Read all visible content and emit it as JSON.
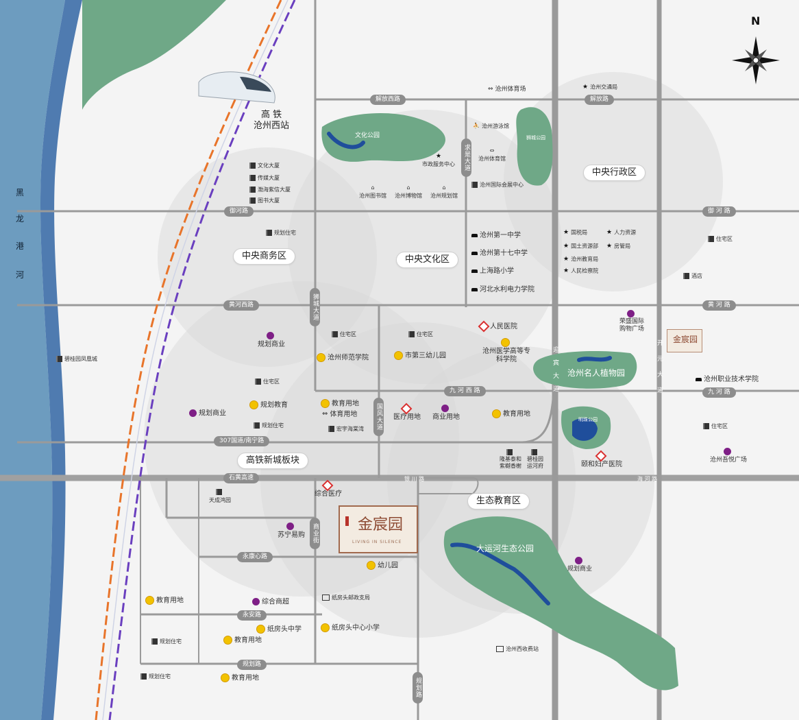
{
  "compass": {
    "letter": "N"
  },
  "river": {
    "chars": [
      "黑",
      "龙",
      "港",
      "河"
    ]
  },
  "station": {
    "line1": "高 铁",
    "line2": "沧州西站"
  },
  "zones": {
    "cbd": "中央商务区",
    "culture": "中央文化区",
    "admin": "中央行政区",
    "hsr": "高铁新城板块",
    "eco": "生态教育区"
  },
  "roads": {
    "jiefang_w": "解放西路",
    "jiefang": "解放路",
    "yuhe": "御河路",
    "yuhe_e": "御 河 路",
    "huanghe_w": "黄河西路",
    "huanghe": "黄 河 路",
    "jiuhe_w": "九 河 西 路",
    "jiuhe": "九 河 路",
    "g307": "307国道/南宁路",
    "shihuang": "石黄高速",
    "yongkangxin": "永康心路",
    "yongan": "永安路",
    "guihua_h": "规划路",
    "guihua_v": "规划路",
    "qiushi": "求是大道",
    "shicheng": "狮城大道",
    "guofeng": "国风大道",
    "shangye": "商业街",
    "yingbin": "迎宾大道",
    "kaiyuan": "开元大道",
    "yinchuan": "银  川  路",
    "haihe": "海  河  路"
  },
  "green": {
    "culture_park": "文化公园",
    "lion_park": "狮城公园",
    "botanic": "沧州名人植物园",
    "lake_park": "明珠公园",
    "canal": "大运河生态公园"
  },
  "pois": {
    "stadium": "沧州体育场",
    "traffic": "沧州交通局",
    "swim": "沧州游泳馆",
    "gym": "沧州体育馆",
    "expo": "沧州国际会展中心",
    "gov_service": "市政服务中心",
    "library": "沧州图书馆",
    "museum": "沧州博物馆",
    "planning": "沧州规划馆",
    "wenhua": "文化大厦",
    "chuanmei": "传媒大厦",
    "bohai": "渤海紫信大厦",
    "tushu": "图书大厦",
    "res_cbd": "规划住宅",
    "school1": "沧州第一中学",
    "school17": "沧州第十七中学",
    "shanghai": "上海路小学",
    "hbwater": "河北水利电力学院",
    "guoshui": "国税局",
    "renli": "人力资源",
    "guotu": "国土资源部",
    "fangguan": "房管局",
    "edubureau": "沧州教育局",
    "jianchayuan": "人民检察院",
    "res_admin": "住宅区",
    "hotel": "酒店",
    "rongsheng": "荣盛国际购物广场",
    "plan_com1": "规划商业",
    "res_a": "住宅区",
    "res_b": "住宅区",
    "normal": "沧州师范学院",
    "kg3": "市第三幼儿园",
    "hospital": "人民医院",
    "medcollege": "沧州医学高等专科学院",
    "biguiyuan": "碧桂园凤凰城",
    "res_c": "住宅区",
    "plan_edu1": "规划教育",
    "plan_com2": "规划商业",
    "plan_res2": "规划住宅",
    "edu_land1": "教育用地",
    "sport_land": "体育用地",
    "hongyu": "宏宇海棠湾",
    "med_land": "医疗用地",
    "com_land": "商业用地",
    "edu_land2": "教育用地",
    "vocational": "沧州职业技术学院",
    "res_e": "住宅区",
    "wuyue": "沧州吾悦广场",
    "longji": "隆基泰和紫樾香榭",
    "bigui2": "碧桂园运河府",
    "yihe": "颐和妇产医院",
    "tiancheng": "天成鸿园",
    "general_med": "综合医疗",
    "suning": "苏宁易购",
    "kg": "幼儿园",
    "plan_com3": "规划商业",
    "edu_land3": "教育用地",
    "mall": "综合商超",
    "post": "纸房头邮政支局",
    "mid_school": "纸房头中学",
    "edu_land4": "教育用地",
    "pri_school": "纸房头中心小学",
    "plan_res3": "规划住宅",
    "toll": "沧州西收费站",
    "edu_land5": "教育用地",
    "plan_res4": "规划住宅"
  },
  "project": {
    "name": "金宸园",
    "sub": "LIVING IN SILENCE"
  },
  "colors": {
    "river": "#6d9cbf",
    "green": "#6fa887",
    "water": "#1f4e9b",
    "road": "#8d8d8d",
    "hsr_orange": "#e8742a",
    "hsr_purple": "#6a3fbf"
  }
}
